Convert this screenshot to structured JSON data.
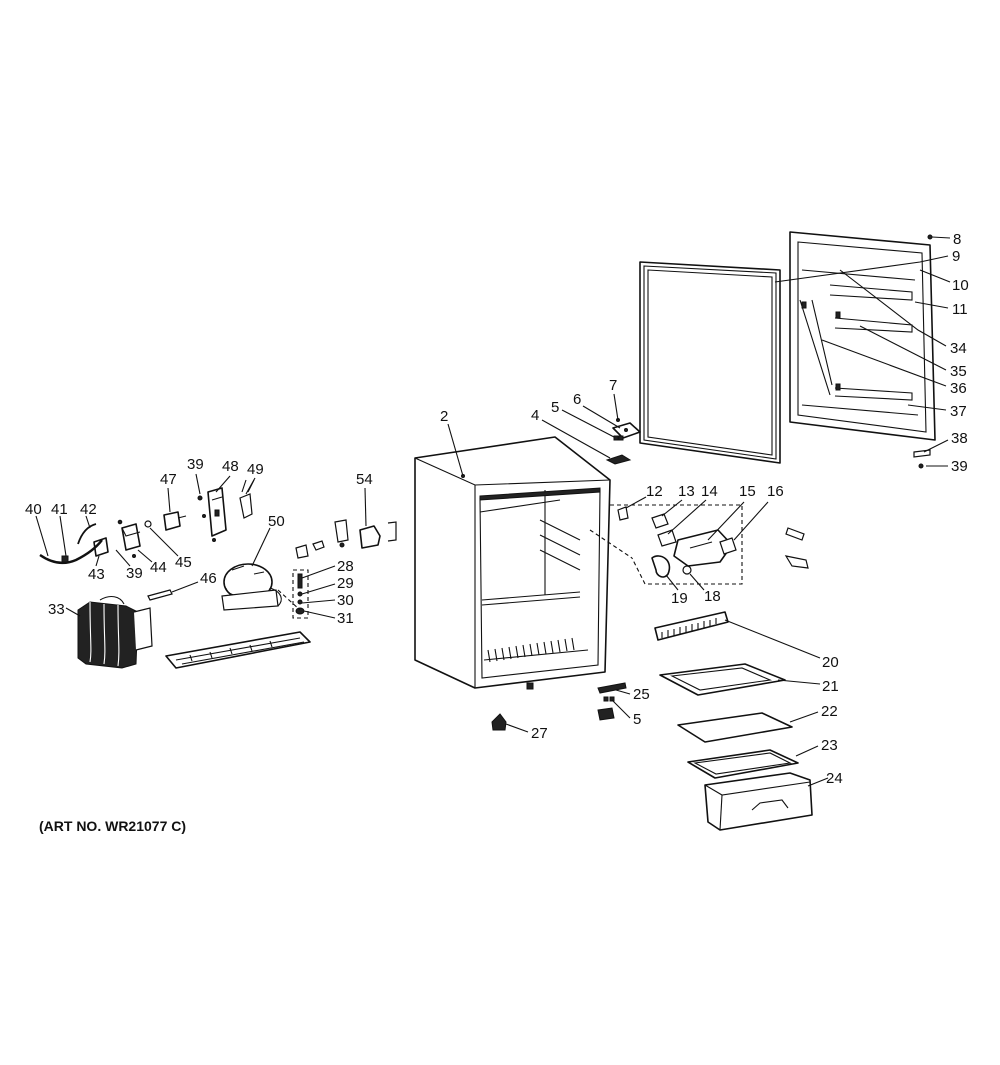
{
  "art_number": "(ART NO. WR21077 C)",
  "callouts": [
    {
      "label": "2"
    },
    {
      "label": "4"
    },
    {
      "label": "5"
    },
    {
      "label": "6"
    },
    {
      "label": "7"
    },
    {
      "label": "8"
    },
    {
      "label": "9"
    },
    {
      "label": "10"
    },
    {
      "label": "11"
    },
    {
      "label": "34"
    },
    {
      "label": "35"
    },
    {
      "label": "36"
    },
    {
      "label": "37"
    },
    {
      "label": "38"
    },
    {
      "label": "39"
    },
    {
      "label": "12"
    },
    {
      "label": "13"
    },
    {
      "label": "14"
    },
    {
      "label": "15"
    },
    {
      "label": "16"
    },
    {
      "label": "19"
    },
    {
      "label": "18"
    },
    {
      "label": "20"
    },
    {
      "label": "21"
    },
    {
      "label": "22"
    },
    {
      "label": "23"
    },
    {
      "label": "24"
    },
    {
      "label": "25"
    },
    {
      "label": "5"
    },
    {
      "label": "27"
    },
    {
      "label": "54"
    },
    {
      "label": "28"
    },
    {
      "label": "29"
    },
    {
      "label": "30"
    },
    {
      "label": "31"
    },
    {
      "label": "50"
    },
    {
      "label": "46"
    },
    {
      "label": "47"
    },
    {
      "label": "39"
    },
    {
      "label": "48"
    },
    {
      "label": "49"
    },
    {
      "label": "45"
    },
    {
      "label": "44"
    },
    {
      "label": "39"
    },
    {
      "label": "43"
    },
    {
      "label": "40"
    },
    {
      "label": "41"
    },
    {
      "label": "42"
    },
    {
      "label": "33"
    }
  ]
}
